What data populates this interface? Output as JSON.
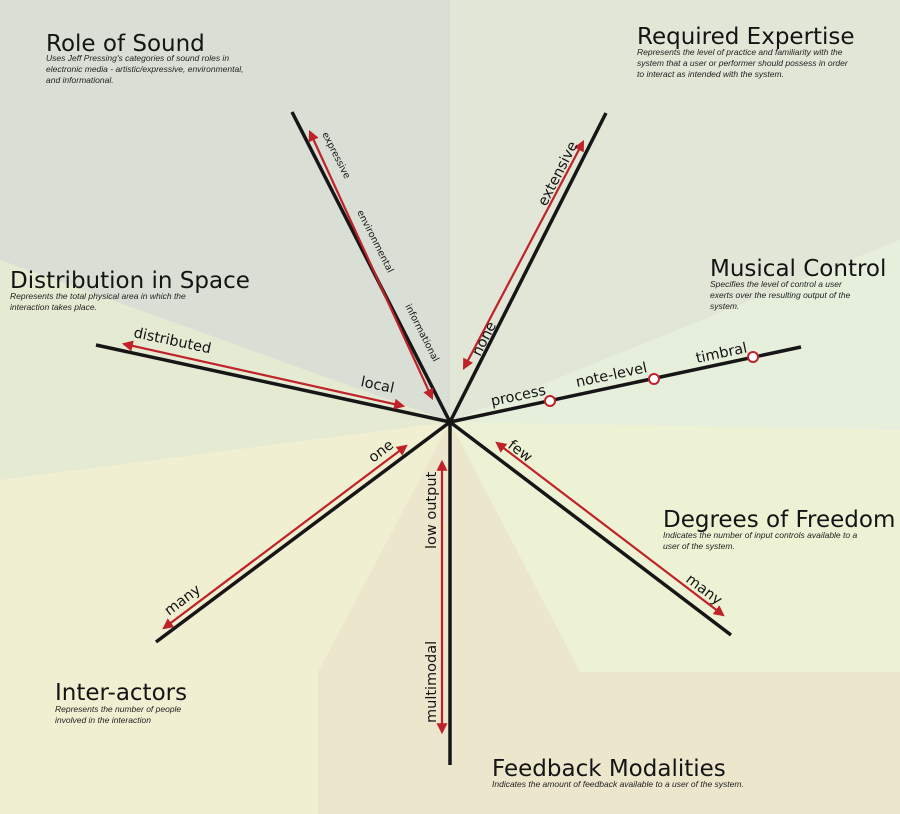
{
  "colors": {
    "axis": "#161616",
    "range": "#c0222a",
    "background": "#eceede"
  },
  "sections": {
    "role_of_sound": {
      "title": "Role of Sound",
      "description": [
        "Uses Jeff Pressing's categories of sound roles in",
        "electronic media - artistic/expressive, environmental,",
        "and informational."
      ],
      "labels": [
        "expressive",
        "environmental",
        "informational"
      ]
    },
    "required_expertise": {
      "title": "Required Expertise",
      "description": [
        "Represents the level of practice and familiarity with the",
        "system that a user or performer should possess in order",
        "to interact as intended with the system."
      ],
      "labels": [
        "extensive",
        "none"
      ]
    },
    "distribution_in_space": {
      "title": "Distribution in Space",
      "description": [
        "Represents the total physical area in which the",
        "interaction takes place."
      ],
      "labels": [
        "distributed",
        "local"
      ]
    },
    "musical_control": {
      "title": "Musical Control",
      "description": [
        "Specifies the level of control a user",
        "exerts over the resulting output of the",
        "system."
      ],
      "labels": [
        "process",
        "note-level",
        "timbral"
      ]
    },
    "degrees_of_freedom": {
      "title": "Degrees of Freedom",
      "description": [
        "Indicates the number of input controls available to a",
        "user of the system."
      ],
      "labels": [
        "few",
        "many"
      ]
    },
    "inter_actors": {
      "title": "Inter-actors",
      "description": [
        "Represents the number of people",
        "involved in the interaction"
      ],
      "labels": [
        "one",
        "many"
      ]
    },
    "feedback_modalities": {
      "title": "Feedback Modalities",
      "description": [
        "Indicates the amount of feedback available to a user of the system."
      ],
      "labels": [
        "low output",
        "multimodal"
      ]
    }
  }
}
